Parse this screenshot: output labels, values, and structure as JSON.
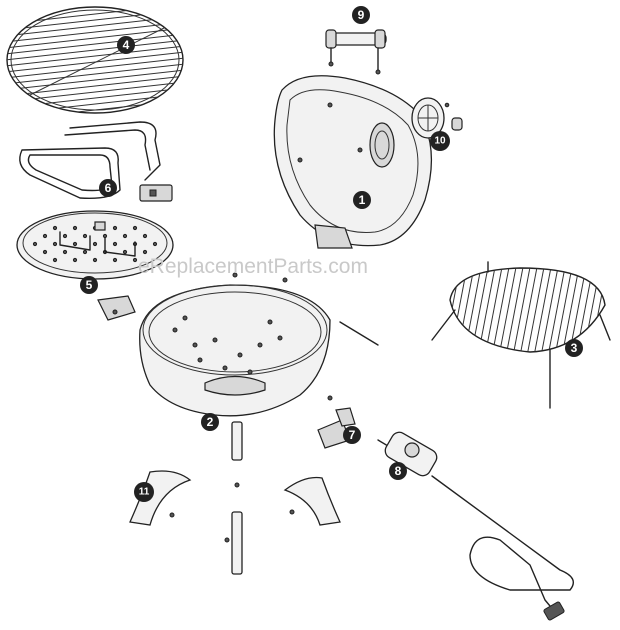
{
  "watermark": "eReplacementParts.com",
  "callouts": {
    "c1": "1",
    "c2": "2",
    "c3": "3",
    "c4": "4",
    "c5": "5",
    "c6": "6",
    "c7": "7",
    "c8": "8",
    "c9": "9",
    "c10": "10",
    "c11": "11"
  },
  "colors": {
    "line": "#222222",
    "callout": "#222222",
    "watermark": "#c9c9c9"
  }
}
